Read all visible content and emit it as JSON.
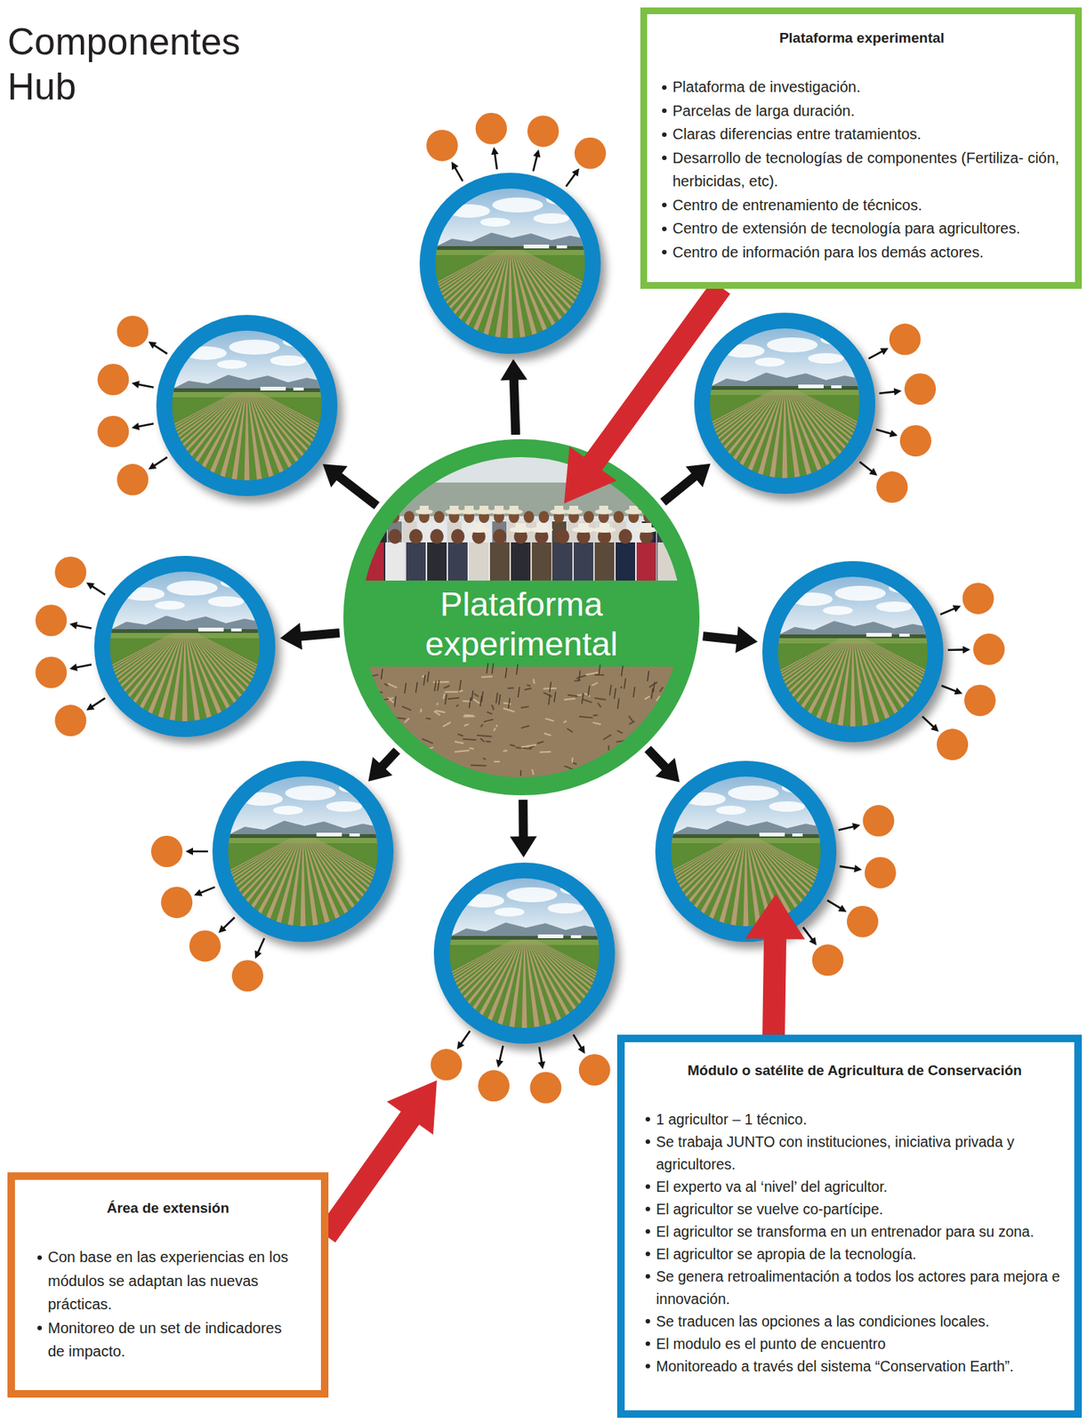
{
  "diagram": {
    "title": "Componentes Hub",
    "nodes": [
      {
        "text": [
          "Plataforma experimental",
          "Plataforma de investigación.",
          "Parcelas de larga duración.",
          "Claras diferencias entre tratamientos.",
          "Desarrollo de tecnologías de componentes (Fertiliza- ción, herbicidas, etc).",
          "Centro de entrenamiento de técnicos.",
          "Centro de extensión de tecnología para agricultores.",
          "Centro de información para los demás actores."
        ]
      },
      {
        "text": [
          "Plataforma experimental"
        ]
      },
      {
        "text": [
          "Módulo o satélite de Agricultura de Conservación",
          "1 agricultor – 1 técnico.",
          "Se trabaja JUNTO con instituciones, iniciativa privada y agricultores.",
          "El experto va al ‘nivel’ del agricultor.",
          "El agricultor se vuelve co-partícipe.",
          "El agricultor se transforma en un entrenador para su zona.",
          "El agricultor se apropia de la tecnología.",
          "Se genera retroalimentación a todos los actores para mejora e innovación.",
          "Se traducen las opciones a las condiciones locales.",
          "El modulo es el punto de encuentro",
          "Monitoreado a través del sistema “Conservation Earth”."
        ]
      },
      {
        "text": [
          "Área de extensión",
          "Con base en las experiencias en los módulos se adaptan las nuevas prácticas.",
          "Monitoreo de un set de indicadores de impacto."
        ]
      }
    ]
  }
}
